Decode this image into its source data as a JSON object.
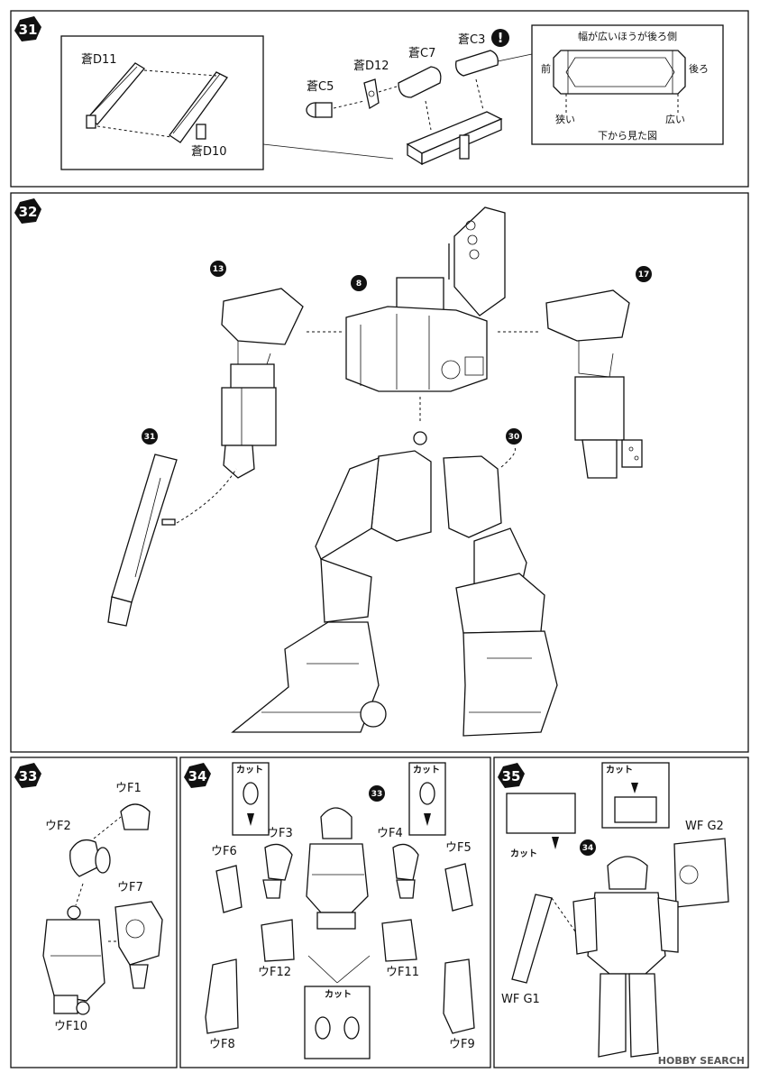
{
  "steps": {
    "s31": {
      "number": "31",
      "parts": {
        "d11": "蒼D11",
        "d10": "蒼D10",
        "d12": "蒼D12",
        "c5": "蒼C5",
        "c7": "蒼C7",
        "c3": "蒼C3"
      },
      "note": {
        "title": "幅が広いほうが後ろ側",
        "front": "前",
        "back": "後ろ",
        "narrow": "狭い",
        "wide": "広い",
        "caption": "下から見た図"
      },
      "warning": "!"
    },
    "s32": {
      "number": "32",
      "refs": {
        "r13": "13",
        "r8": "8",
        "r17": "17",
        "r31": "31",
        "r30": "30"
      }
    },
    "s33": {
      "number": "33",
      "parts": {
        "f1": "ウF1",
        "f2": "ウF2",
        "f7": "ウF7",
        "f10": "ウF10"
      }
    },
    "s34": {
      "number": "34",
      "ref": "33",
      "cut": "カット",
      "parts": {
        "f3": "ウF3",
        "f4": "ウF4",
        "f5": "ウF5",
        "f6": "ウF6",
        "f8": "ウF8",
        "f9": "ウF9",
        "f11": "ウF11",
        "f12": "ウF12"
      }
    },
    "s35": {
      "number": "35",
      "ref": "34",
      "cut": "カット",
      "parts": {
        "g1": "WF G1",
        "g2": "WF G2"
      }
    }
  },
  "watermark": "HOBBY SEARCH",
  "icons": [
    "warning-icon",
    "scissors-icon",
    "step-badge-icon",
    "reference-badge-icon"
  ]
}
